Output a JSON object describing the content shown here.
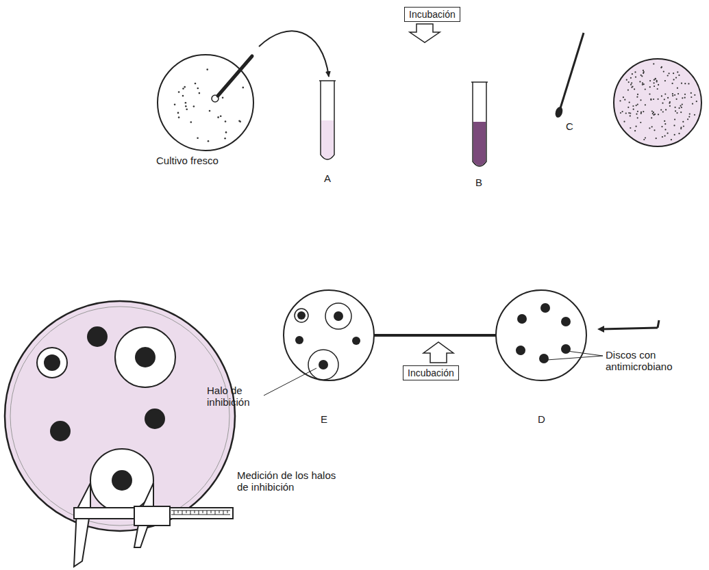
{
  "diagram": {
    "nodes": [
      {
        "text": [
          "Incubación"
        ]
      },
      {
        "text": [
          "Incubación"
        ]
      }
    ],
    "labels": [
      "Cultivo fresco",
      "A",
      "B",
      "C",
      "Halo de inhibición",
      "E",
      "D",
      "Discos con antimicrobiano",
      "Medición de los halos de inhibición"
    ]
  }
}
